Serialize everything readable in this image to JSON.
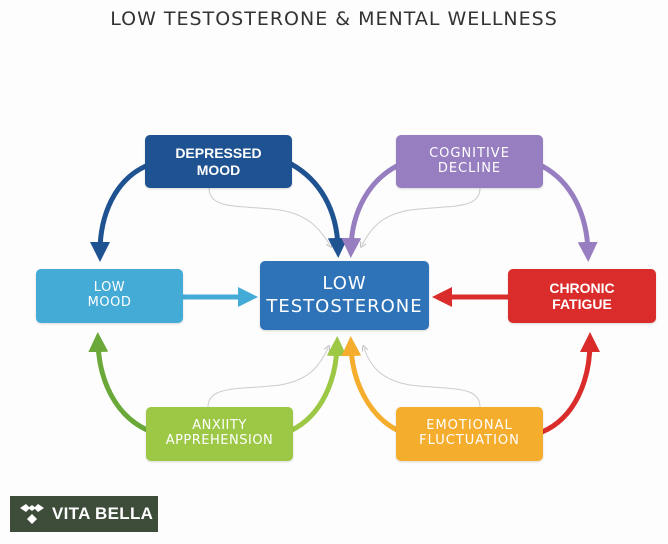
{
  "title": "LOW TESTOSTERONE & MENTAL WELLNESS",
  "nodes": {
    "depressed_mood": {
      "line1": "DEPRESSED",
      "line2": "MOOD",
      "color": "#1f5291"
    },
    "cognitive_decline": {
      "line1": "COGNITIVE",
      "line2": "DECLINE",
      "color": "#977ec0"
    },
    "low_mood": {
      "line1": "LOW",
      "line2": "MOOD",
      "color": "#44abd6"
    },
    "low_testosterone": {
      "line1": "LOW",
      "line2": "TESTOSTERONE",
      "color": "#2e73b8"
    },
    "chronic_fatigue": {
      "line1": "CHRONIC",
      "line2": "FATIGUE",
      "color": "#db2c2c"
    },
    "anxiety_apprehension": {
      "line1": "ANXIITY",
      "line2": "APPREHENSION",
      "color": "#9cc846"
    },
    "emotional_fluctuation": {
      "line1": "EMOTIONAL",
      "line2": "FLUCTUATION",
      "color": "#f5ad2e"
    }
  },
  "edges": [
    {
      "from": "depressed_mood",
      "to": "low_mood",
      "color": "#1f5291"
    },
    {
      "from": "depressed_mood",
      "to": "low_testosterone",
      "color": "#1f5291"
    },
    {
      "from": "cognitive_decline",
      "to": "low_testosterone",
      "color": "#977ec0"
    },
    {
      "from": "cognitive_decline",
      "to": "chronic_fatigue",
      "color": "#977ec0"
    },
    {
      "from": "low_mood",
      "to": "low_testosterone",
      "color": "#44abd6"
    },
    {
      "from": "chronic_fatigue",
      "to": "low_testosterone",
      "color": "#db2c2c"
    },
    {
      "from": "anxiety_apprehension",
      "to": "low_mood",
      "color": "#6aa83a"
    },
    {
      "from": "anxiety_apprehension",
      "to": "low_testosterone",
      "color": "#9cc846"
    },
    {
      "from": "emotional_fluctuation",
      "to": "low_testosterone",
      "color": "#f5ad2e"
    },
    {
      "from": "emotional_fluctuation",
      "to": "chronic_fatigue",
      "color": "#db2c2c"
    }
  ],
  "logo": {
    "text": "VITA BELLA",
    "icon": "vita-bella-diamond-icon",
    "background": "#3d4d3a"
  }
}
